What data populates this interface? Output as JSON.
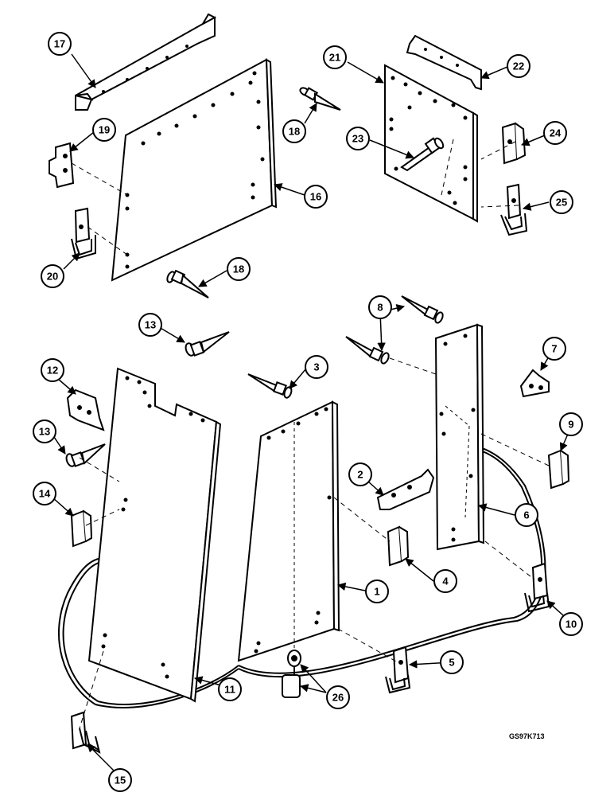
{
  "figure": {
    "drawing_code": "GS97K713",
    "callouts": [
      {
        "id": "1",
        "label": "1"
      },
      {
        "id": "2",
        "label": "2"
      },
      {
        "id": "3",
        "label": "3"
      },
      {
        "id": "4",
        "label": "4"
      },
      {
        "id": "5",
        "label": "5"
      },
      {
        "id": "6",
        "label": "6"
      },
      {
        "id": "7",
        "label": "7"
      },
      {
        "id": "8",
        "label": "8"
      },
      {
        "id": "9",
        "label": "9"
      },
      {
        "id": "10",
        "label": "10"
      },
      {
        "id": "11",
        "label": "11"
      },
      {
        "id": "12",
        "label": "12"
      },
      {
        "id": "13a",
        "label": "13"
      },
      {
        "id": "13b",
        "label": "13"
      },
      {
        "id": "14",
        "label": "14"
      },
      {
        "id": "15",
        "label": "15"
      },
      {
        "id": "16",
        "label": "16"
      },
      {
        "id": "17",
        "label": "17"
      },
      {
        "id": "18a",
        "label": "18"
      },
      {
        "id": "18b",
        "label": "18"
      },
      {
        "id": "19",
        "label": "19"
      },
      {
        "id": "20",
        "label": "20"
      },
      {
        "id": "21",
        "label": "21"
      },
      {
        "id": "22",
        "label": "22"
      },
      {
        "id": "23",
        "label": "23"
      },
      {
        "id": "24",
        "label": "24"
      },
      {
        "id": "25",
        "label": "25"
      },
      {
        "id": "26",
        "label": "26"
      }
    ]
  },
  "colors": {
    "line": "#000000",
    "fill": "#ffffff"
  }
}
